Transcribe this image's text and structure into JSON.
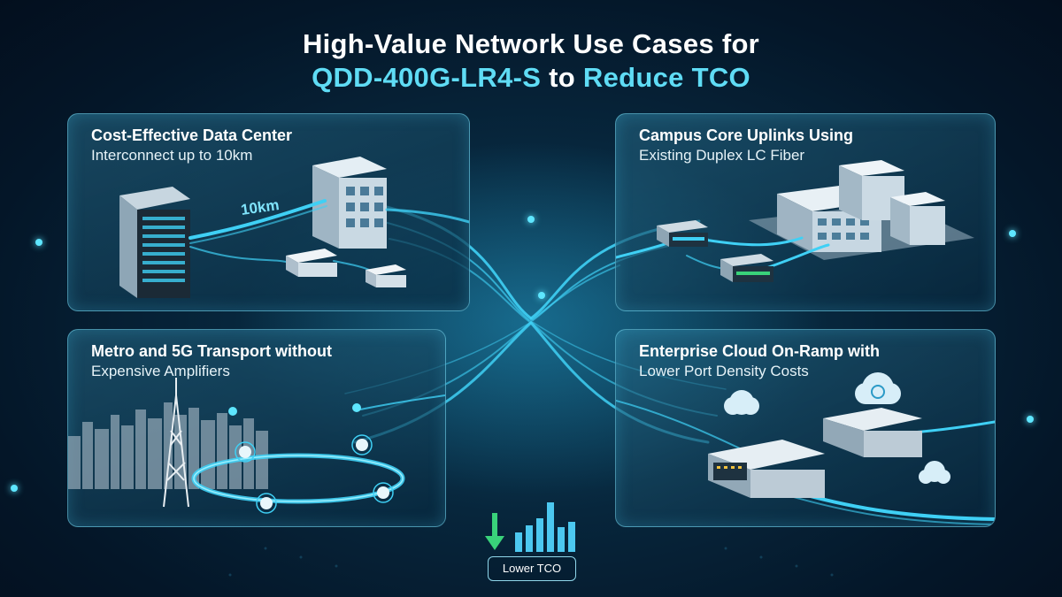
{
  "title": {
    "line1": "High-Value Network Use Cases for",
    "line2_product": "QDD-400G-LR4-S",
    "line2_mid": "to",
    "line2_tail": "Reduce TCO"
  },
  "cards": {
    "data_center": {
      "heading": "Cost-Effective Data Center",
      "subheading": "Interconnect up to 10km",
      "distance_label": "10km"
    },
    "campus": {
      "heading": "Campus Core Uplinks Using",
      "subheading": "Existing Duplex LC Fiber"
    },
    "metro": {
      "heading": "Metro and 5G Transport without",
      "subheading": "Expensive Amplifiers"
    },
    "cloud": {
      "heading": "Enterprise Cloud On-Ramp with",
      "subheading": "Lower Port Density Costs"
    }
  },
  "tco": {
    "label": "Lower TCO",
    "accent": "#39d27a",
    "bar_color": "#4cc8f0"
  },
  "colors": {
    "accent": "#5fdcf5",
    "fiber": "#3fd0f5"
  }
}
